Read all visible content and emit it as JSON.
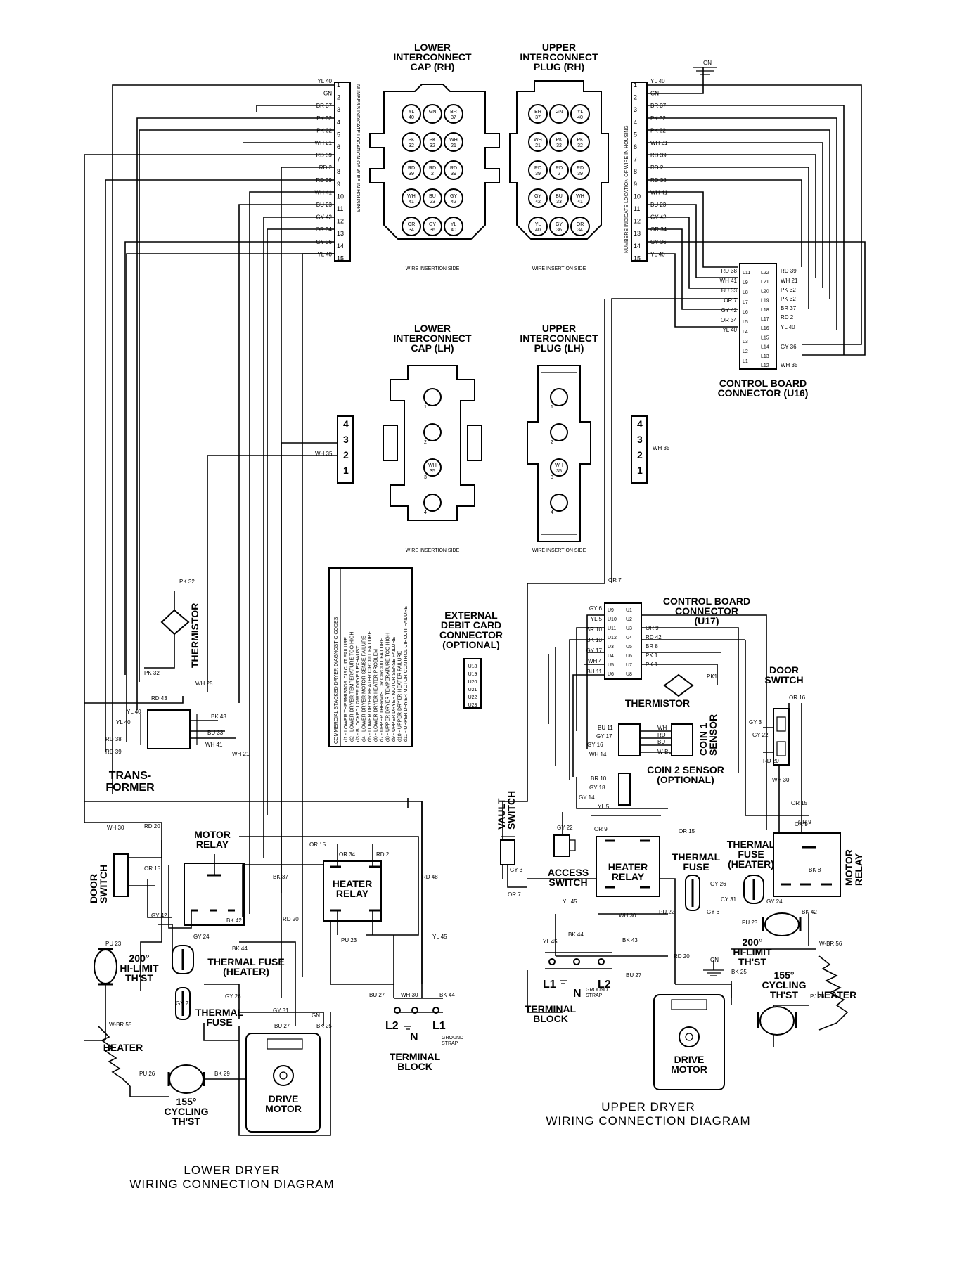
{
  "top": {
    "lower_cap_rh": [
      "LOWER",
      "INTERCONNECT",
      "CAP (RH)"
    ],
    "upper_plug_rh": [
      "UPPER",
      "INTERCONNECT",
      "PLUG (RH)"
    ],
    "lower_cap_lh": [
      "LOWER",
      "INTERCONNECT",
      "CAP (LH)"
    ],
    "upper_plug_lh": [
      "UPPER",
      "INTERCONNECT",
      "PLUG (LH)"
    ],
    "wire_insertion_side": "WIRE INSERTION SIDE",
    "housing_note": "NUMBERS INDICATE LOCATION OF WIRE IN HOUSING",
    "housing_pins": [
      "1",
      "2",
      "3",
      "4",
      "5",
      "6",
      "7",
      "8",
      "9",
      "10",
      "11",
      "12",
      "13",
      "14",
      "15"
    ],
    "left_housing_wires": [
      "YL 40",
      "GN",
      "BR 37",
      "PK 32",
      "PK 32",
      "WH 21",
      "RD 39",
      "RD 2",
      "RD 39",
      "WH 41",
      "BU 23",
      "GY 42",
      "OR 34",
      "GY 36",
      "YL 40"
    ],
    "right_housing_wires": [
      "YL 40",
      "GN",
      "BR 37",
      "PK 32",
      "PK 32",
      "WH 21",
      "RD 39",
      "RD 2",
      "RD 38",
      "WH 41",
      "BU 23",
      "GY 42",
      "OR 34",
      "GY 36",
      "YL 40"
    ],
    "cap_rh_pins": [
      [
        "YL 40",
        "GN",
        "BR 37"
      ],
      [
        "PK 32",
        "PK 32",
        "WH 21"
      ],
      [
        "RD 39",
        "RD 2",
        "RD 39"
      ],
      [
        "WH 41",
        "BU 23",
        "GY 42"
      ],
      [
        "OR 34",
        "GY 36",
        "YL 40"
      ]
    ],
    "plug_rh_pins": [
      [
        "BR 37",
        "GN",
        "YL 40"
      ],
      [
        "WH 21",
        "PK 32",
        "PK 32"
      ],
      [
        "RD 39",
        "RD 2",
        "RD 39"
      ],
      [
        "GY 42",
        "BU 33",
        "WH 41"
      ],
      [
        "YL 40",
        "GY 36",
        "OR 34"
      ]
    ],
    "lh_connector_pins": [
      "4",
      "3",
      "2",
      "1"
    ],
    "lh_wire": "WH 35",
    "lh_plug_wire": "WH 35"
  },
  "u16": {
    "title": [
      "CONTROL BOARD",
      "CONNECTOR (U16)"
    ],
    "left_pins": [
      "L11",
      "L9",
      "L8",
      "L7",
      "L6",
      "L5",
      "L4",
      "L3",
      "L2",
      "L1"
    ],
    "right_pins": [
      "L22",
      "L21",
      "L20",
      "L19",
      "L18",
      "L17",
      "L16",
      "L15",
      "L14",
      "L13",
      "L12"
    ],
    "left_wires": [
      "RD 38",
      "WH 41",
      "BU 33",
      "OR 7",
      "GY 42",
      "OR 34",
      "YL 40"
    ],
    "right_wires": [
      "RD 39",
      "WH 21",
      "PK 32",
      "PK 32",
      "BR 37",
      "RD 2",
      "YL 40",
      "GY 36",
      "WH 35"
    ]
  },
  "codes_box": {
    "title": "COMMERCIAL STACKED DRYER DIAGNOSTIC CODES",
    "lines": [
      "d1 - LOWER THERMISTOR CIRCUIT FAILURE",
      "d2 - LOWER DRYER TEMPERATURE TOO HIGH",
      "d3 - BLOCKED LOWER DRYER EXHAUST",
      "d4 - LOWER DRYER MOTOR SENSE FAILURE",
      "d5 - LOWER DRYER HEATER CIRCUIT FAILURE",
      "d6 - LOWER DRYER HEATER PROBLEM",
      "d7 - UPPER THERMISTOR CIRCUIT FAILURE",
      "d8 - UPPER DRYER TEMPERATURE TOO HIGH",
      "d9 - UPPER DRYER MOTOR SENSE FAILURE",
      "d10 - UPPER DRYER HEATER FAILURE",
      "d11 - UPPER DRYER MOTOR CONTROL CIRCUIT FAILURE"
    ]
  },
  "external_debit": {
    "title": [
      "EXTERNAL",
      "DEBIT CARD",
      "CONNECTOR",
      "(OPTIONAL)"
    ],
    "pins": [
      "U18",
      "U19",
      "U20",
      "U21",
      "U22",
      "U23"
    ]
  },
  "u17": {
    "title": [
      "CONTROL BOARD",
      "CONNECTOR",
      "(U17)"
    ],
    "left_pins": [
      "U9",
      "U10",
      "U11",
      "U12",
      "U3",
      "U4",
      "U5",
      "U6"
    ],
    "right_pins": [
      "U1",
      "U2",
      "U3",
      "U4",
      "U5",
      "U6",
      "U7",
      "U8"
    ],
    "left_wires": [
      "GY 6",
      "YL 5",
      "BR 10",
      "BK 13",
      "GY 17",
      "WH 4",
      "BU 11"
    ],
    "right_wires": [
      "OR 9",
      "RD 42",
      "BR 8",
      "PK 1",
      "PK 1"
    ]
  },
  "lower": {
    "caption": [
      "LOWER DRYER",
      "WIRING CONNECTION DIAGRAM"
    ],
    "thermistor": "THERMISTOR",
    "thermistor_wires": [
      "PK 32",
      "PK 32",
      "WH 25"
    ],
    "transformer": [
      "TRANS-",
      "FORMER"
    ],
    "transformer_wires": [
      "RD 43",
      "YL 40",
      "YL 40",
      "RD 38",
      "RD 39",
      "BK 43",
      "BU 33",
      "WH 41",
      "WH 21"
    ],
    "door_switch": [
      "DOOR",
      "SWITCH"
    ],
    "motor_relay": [
      "MOTOR",
      "RELAY"
    ],
    "heater_relay": [
      "HEATER",
      "RELAY"
    ],
    "thermal_fuse_heater": [
      "THERMAL FUSE",
      "(HEATER)"
    ],
    "thermal_fuse": [
      "THERMAL",
      "FUSE"
    ],
    "hi_limit": [
      "200°",
      "HI-LIMIT",
      "TH'ST"
    ],
    "heater": "HEATER",
    "cycling": [
      "155°",
      "CYCLING",
      "TH'ST"
    ],
    "drive_motor": [
      "DRIVE",
      "MOTOR"
    ],
    "terminal_block": [
      "TERMINAL",
      "BLOCK"
    ],
    "terminal_labels": [
      "L2",
      "N",
      "L1"
    ],
    "ground_strap": [
      "GROUND",
      "STRAP"
    ],
    "wires": [
      "WH 30",
      "RD 20",
      "OR 15",
      "GY 42",
      "BK 37",
      "RD 20",
      "OR 15",
      "OR 34",
      "RD 2",
      "BK 42",
      "GY 24",
      "BK 44",
      "PU 23",
      "RD 48",
      "YL 45",
      "PU 23",
      "GY 26",
      "GY 22",
      "W-BR 55",
      "PU 26",
      "BK 29",
      "GY 31",
      "BU 27",
      "BK 25",
      "GN",
      "BU 27",
      "WH 30",
      "BK 44"
    ]
  },
  "upper": {
    "caption": [
      "UPPER DRYER",
      "WIRING CONNECTION DIAGRAM"
    ],
    "thermistor": "THERMISTOR",
    "thermistor_wire": "PK1",
    "coin1": [
      "COIN 1",
      "SENSOR"
    ],
    "coin2": [
      "COIN 2 SENSOR",
      "(OPTIONAL)"
    ],
    "coin_wires": [
      "BU 11",
      "GY 17",
      "GY 16",
      "WH 14",
      "BR 10",
      "GY 18",
      "GY 14",
      "YL 5",
      "WH",
      "RD",
      "BU",
      "W-BU"
    ],
    "door_switch": [
      "DOOR",
      "SWITCH"
    ],
    "door_wires": [
      "OR 16",
      "GY 3",
      "GY 22",
      "RD 20",
      "WH 30",
      "OR 15",
      "OR 9"
    ],
    "vault_switch": [
      "VAULT",
      "SWITCH"
    ],
    "access_switch": [
      "ACCESS",
      "SWITCH"
    ],
    "heater_relay": [
      "HEATER",
      "RELAY"
    ],
    "thermal_fuse": [
      "THERMAL",
      "FUSE"
    ],
    "thermal_fuse_heater": [
      "THERMAL",
      "FUSE",
      "(HEATER)"
    ],
    "motor_relay": [
      "MOTOR",
      "RELAY"
    ],
    "hi_limit": [
      "200°",
      "HI-LIMIT",
      "TH'ST"
    ],
    "cycling": [
      "155°",
      "CYCLING",
      "TH'ST"
    ],
    "heater": "HEATER",
    "drive_motor": [
      "DRIVE",
      "MOTOR"
    ],
    "terminal_block": [
      "TERMINAL",
      "BLOCK"
    ],
    "terminal_labels": [
      "L1",
      "N",
      "L2"
    ],
    "ground_strap": [
      "GROUND",
      "STRAP"
    ],
    "wires": [
      "OR 7",
      "GY 3",
      "OR 7",
      "GY 22",
      "OR 9",
      "YL 45",
      "WH 30",
      "PU 22",
      "GY 26",
      "GY 6",
      "CY 31",
      "BK 42",
      "OR 15",
      "GY 24",
      "BK 8",
      "OR 9",
      "PU 23",
      "W-BR 56",
      "PJ 26",
      "BK 43",
      "YL 45",
      "BK 44",
      "BU 27",
      "RD 20",
      "GN",
      "BK 25"
    ]
  }
}
